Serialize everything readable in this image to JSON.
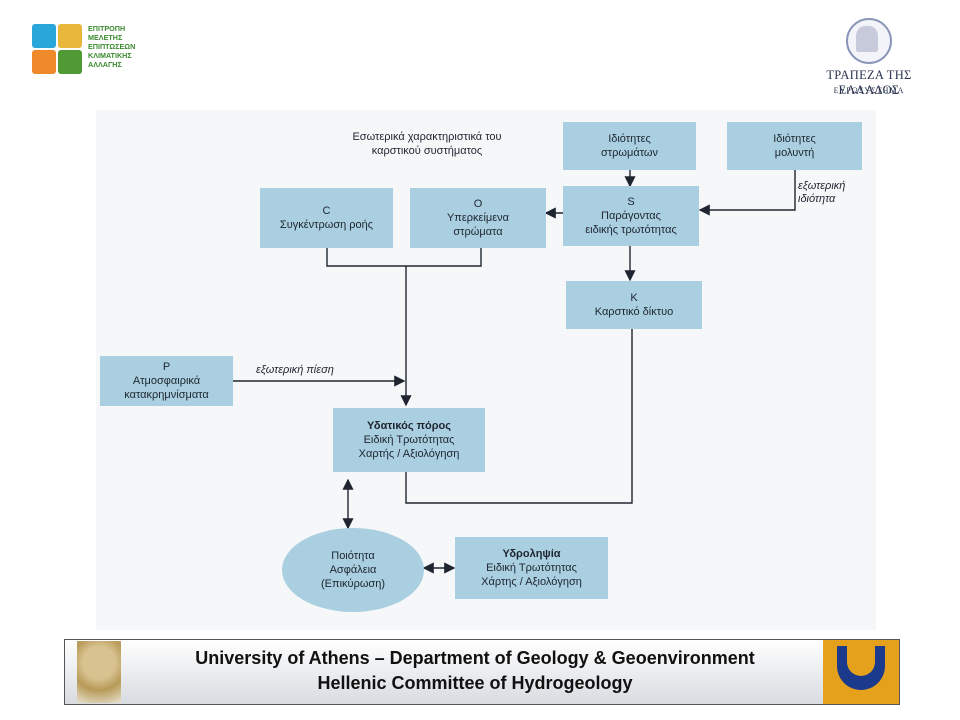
{
  "header": {
    "left_logo_text": "ΕΠΙΤΡΟΠΗ\nΜΕΛΕΤΗΣ\nΕΠΙΠΤΩΣΕΩΝ\nΚΛΙΜΑΤΙΚΗΣ\nΑΛΛΑΓΗΣ",
    "bank_name": "ΤΡΑΠΕΖΑ ΤΗΣ ΕΛΛΑΔΟΣ",
    "bank_sub": "ΕΥΡΩΣΥΣΤΗΜΑ"
  },
  "diagram": {
    "intrinsic_label_1": "Εσωτερικά χαρακτηριστικά του",
    "intrinsic_label_2": "καρστικού συστήματος",
    "layers_props": [
      "Ιδιότητες",
      "στρωμάτων"
    ],
    "contaminant_props": [
      "Ιδιότητες",
      "μολυντή"
    ],
    "external_property": [
      "εξωτερική",
      "ιδιότητα"
    ],
    "c_box": [
      "C",
      "Συγκέντρωση ροής"
    ],
    "o_box": [
      "O",
      "Υπερκείμενα",
      "στρώματα"
    ],
    "s_box": [
      "S",
      "Παράγοντας",
      "ειδικής τρωτότητας"
    ],
    "k_box": [
      "K",
      "Καρστικό δίκτυο"
    ],
    "p_box": [
      "P",
      "Ατμοσφαιρικά",
      "κατακρημνίσματα"
    ],
    "external_pressure": "εξωτερική πίεση",
    "resource_box": [
      "Υδατικός πόρος",
      "Ειδική Τρωτότητας",
      "Χαρτής / Αξιολόγηση"
    ],
    "quality_ellipse": [
      "Ποιότητα",
      "Ασφάλεια",
      "(Επικύρωση)"
    ],
    "abstraction_box": [
      "Υδροληψία",
      "Ειδική Τρωτότητας",
      "Χάρτης / Αξιολόγηση"
    ]
  },
  "footer": {
    "line1": "University of Athens – Department of Geology & Geoenvironment",
    "line2": "Hellenic Committee of Hydrogeology"
  }
}
